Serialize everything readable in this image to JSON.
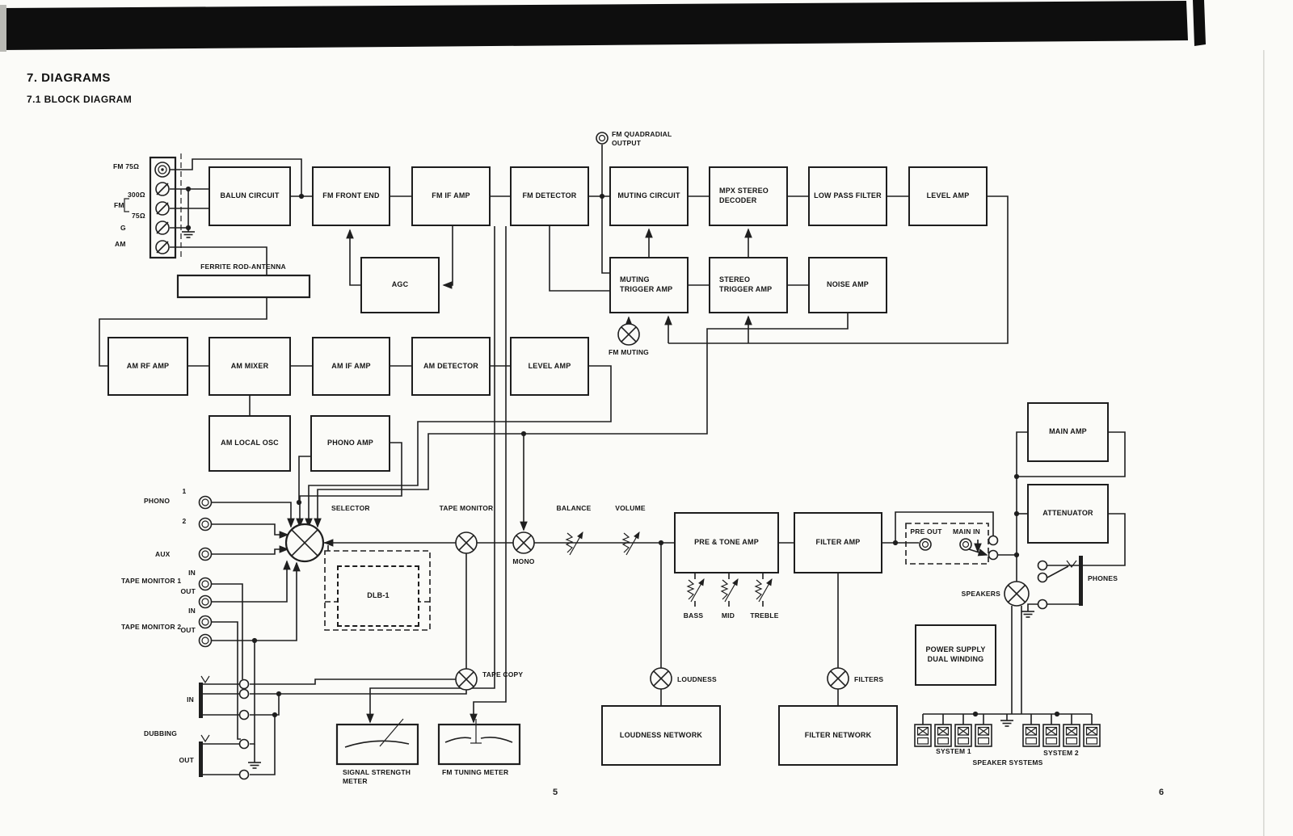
{
  "page": {
    "section_title": "7. DIAGRAMS",
    "subsection_title": "7.1 BLOCK DIAGRAM",
    "page_number_left": "5",
    "page_number_right": "6"
  },
  "blocks": {
    "balun": "BALUN CIRCUIT",
    "fm_front_end": "FM FRONT END",
    "fm_if_amp": "FM IF AMP",
    "fm_detector": "FM DETECTOR",
    "muting_circuit": "MUTING CIRCUIT",
    "mpx_stereo_decoder": "MPX STEREO DECODER",
    "low_pass_filter": "LOW PASS FILTER",
    "level_amp_fm": "LEVEL AMP",
    "agc": "AGC",
    "muting_trigger_amp": "MUTING TRIGGER AMP",
    "stereo_trigger_amp": "STEREO TRIGGER AMP",
    "noise_amp": "NOISE AMP",
    "am_rf_amp": "AM RF AMP",
    "am_mixer": "AM MIXER",
    "am_if_amp": "AM IF AMP",
    "am_detector": "AM DETECTOR",
    "level_amp_am": "LEVEL AMP",
    "am_local_osc": "AM LOCAL OSC",
    "phono_amp": "PHONO AMP",
    "main_amp": "MAIN AMP",
    "attenuator": "ATTENUATOR",
    "pre_tone_amp": "PRE & TONE AMP",
    "filter_amp": "FILTER AMP",
    "power_supply": "POWER SUPPLY DUAL WINDING",
    "loudness_network": "LOUDNESS NETWORK",
    "filter_network": "FILTER NETWORK",
    "dlb": "DLB-1"
  },
  "antenna": {
    "fm75_coax": "FM 75Ω",
    "ohm300": "300Ω",
    "fm": "FM",
    "ohm75": "75Ω",
    "ground": "G",
    "am": "AM",
    "ferrite": "FERRITE ROD-ANTENNA"
  },
  "connectors": {
    "fm_quadradial_line1": "FM QUADRADIAL",
    "fm_quadradial_line2": "OUTPUT",
    "phono": "PHONO",
    "phono_1": "1",
    "phono_2": "2",
    "aux": "AUX",
    "tape_monitor_1": "TAPE MONITOR 1",
    "tape_monitor_2": "TAPE MONITOR 2",
    "in": "IN",
    "out": "OUT",
    "dubbing": "DUBBING",
    "pre_out": "PRE OUT",
    "main_in": "MAIN IN",
    "phones": "PHONES",
    "speakers": "SPEAKERS"
  },
  "controls": {
    "selector": "SELECTOR",
    "tape_monitor": "TAPE MONITOR",
    "mono": "MONO",
    "balance": "BALANCE",
    "volume": "VOLUME",
    "bass": "BASS",
    "mid": "MID",
    "treble": "TREBLE",
    "loudness": "LOUDNESS",
    "filters": "FILTERS",
    "tape_copy": "TAPE COPY",
    "fm_muting": "FM MUTING"
  },
  "meters": {
    "signal_strength_line1": "SIGNAL STRENGTH",
    "signal_strength_line2": "METER",
    "fm_tuning": "FM TUNING METER"
  },
  "speaker_systems": {
    "system_1": "SYSTEM 1",
    "system_2": "SYSTEM 2",
    "caption": "SPEAKER SYSTEMS"
  }
}
